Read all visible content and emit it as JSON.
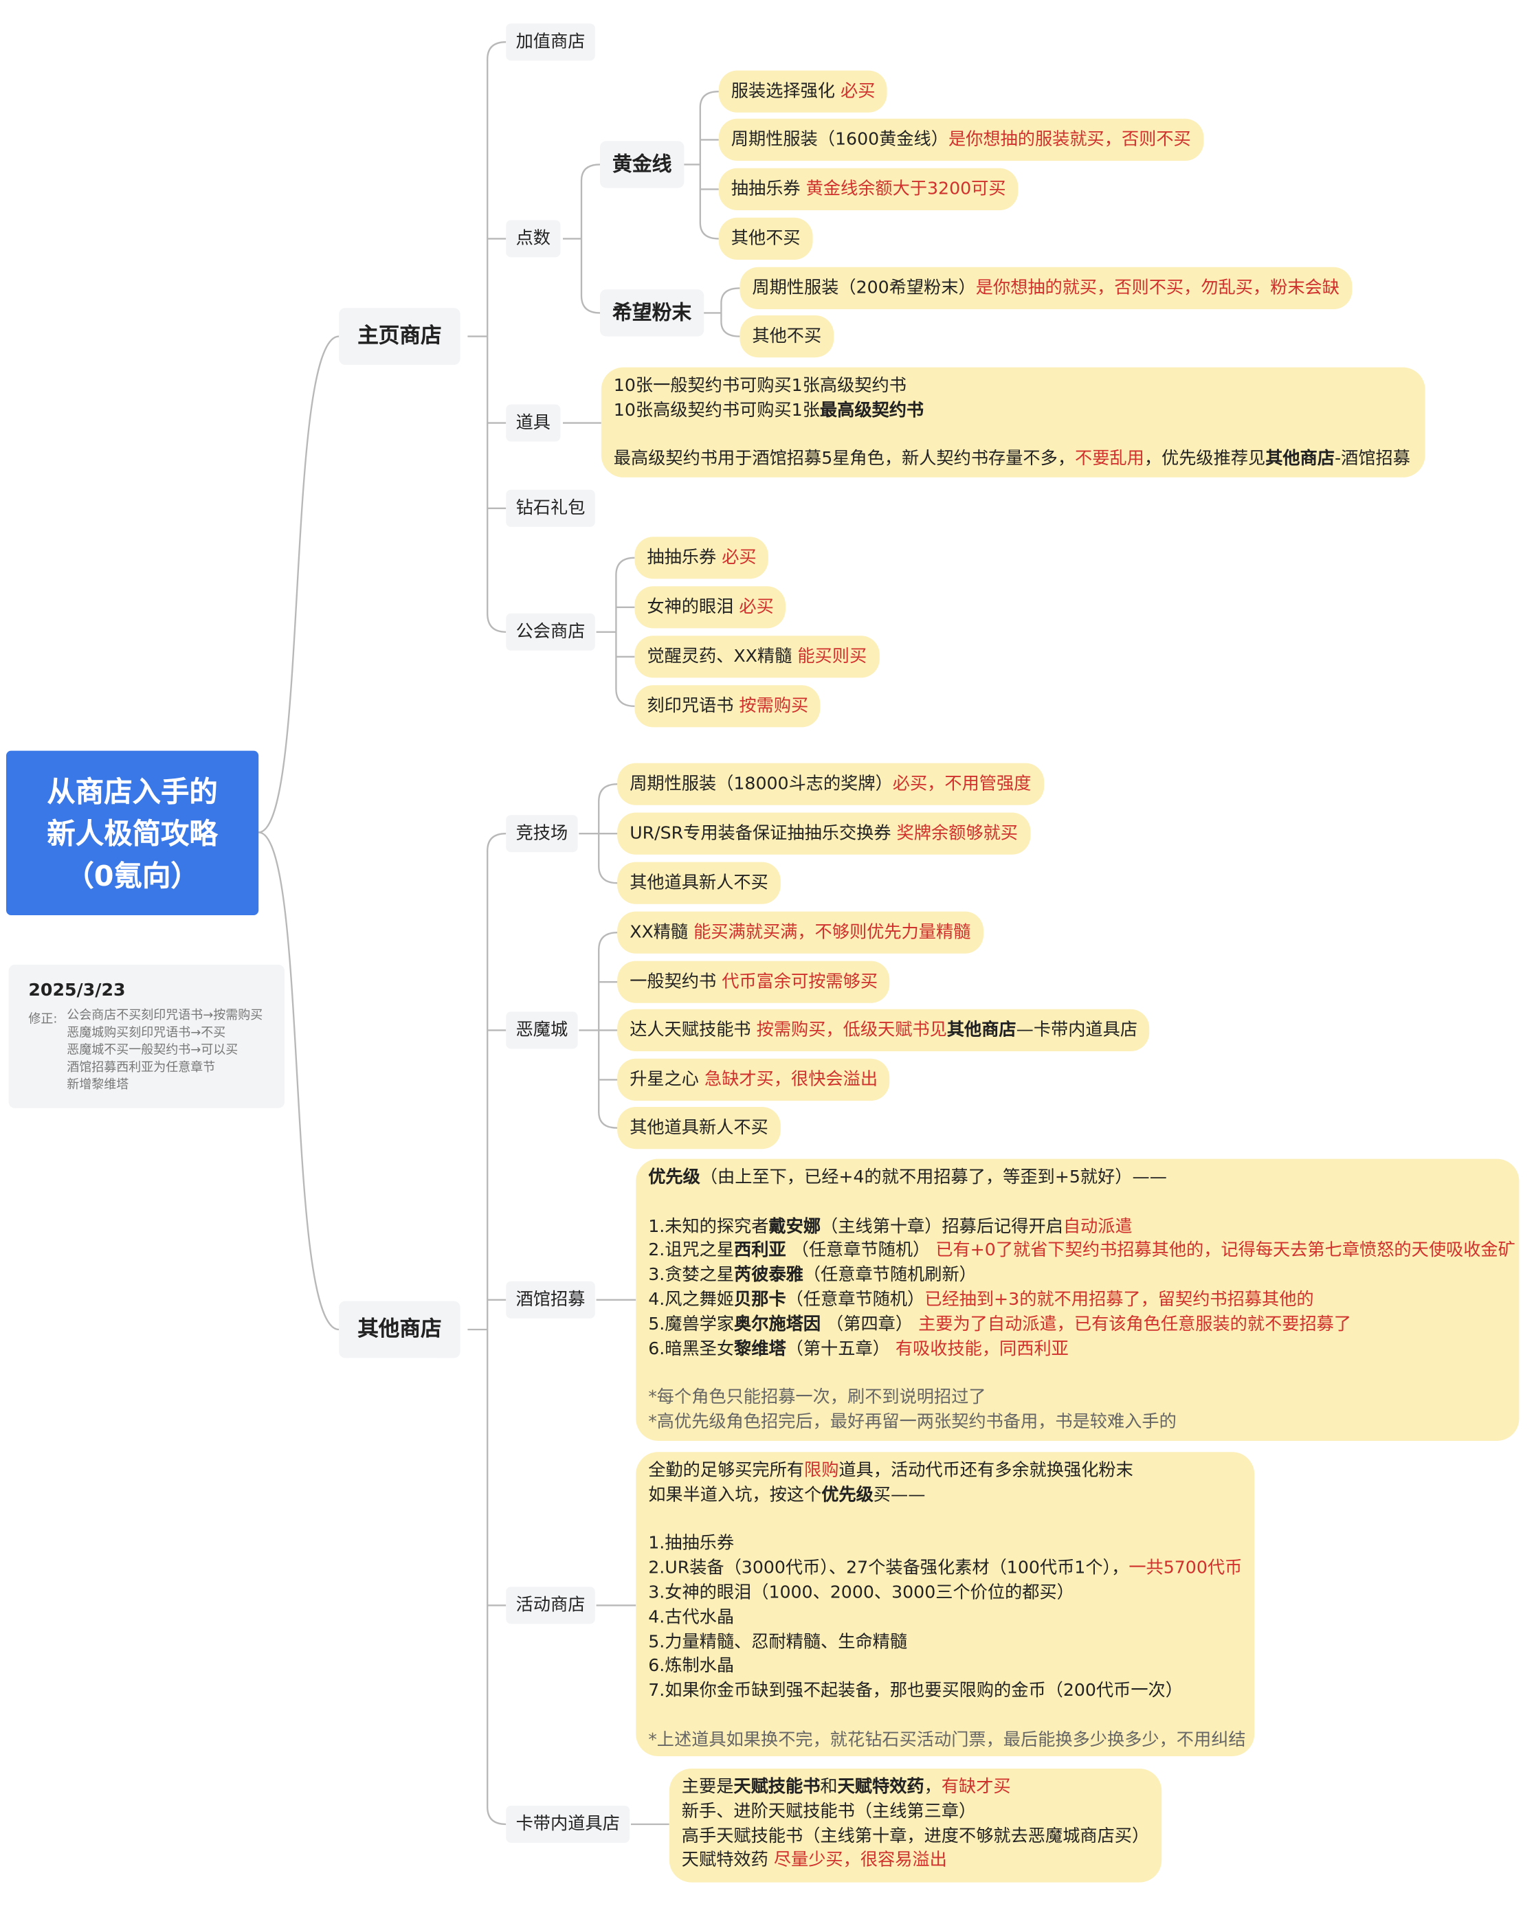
{
  "root": {
    "lines": [
      "从商店入手的",
      "新人极简攻略",
      "（0氪向）"
    ]
  },
  "note": {
    "date": "2025/3/23",
    "label": "修正:",
    "items": [
      "公会商店不买刻印咒语书→按需购买",
      "恶魔城购买刻印咒语书→不买",
      "恶魔城不买一般契约书→可以买",
      "酒馆招募西利亚为任意章节",
      "新增黎维塔"
    ]
  },
  "main_shop": {
    "title": "主页商店",
    "value_shop": "加值商店",
    "points": {
      "label": "点数",
      "gold": {
        "label": "黄金线",
        "items": [
          {
            "text": "服装选择强化 ",
            "hl": "必买"
          },
          {
            "text": "周期性服装（1600黄金线）",
            "hl": "是你想抽的服装就买，否则不买"
          },
          {
            "text": "抽抽乐券 ",
            "hl": "黄金线余额大于3200可买"
          },
          {
            "text": "其他不买"
          }
        ]
      },
      "hope": {
        "label": "希望粉末",
        "items": [
          {
            "text": "周期性服装（200希望粉末）",
            "hl": "是你想抽的就买，否则不买，勿乱买，粉末会缺"
          },
          {
            "text": "其他不买"
          }
        ]
      }
    },
    "items_node": {
      "label": "道具",
      "line1": "10张一般契约书可购买1张高级契约书",
      "line2_a": "10张高级契约书可购买1张",
      "line2_b": "最高级契约书",
      "line3_a": "最高级契约书用于酒馆招募5星角色，新人契约书存量不多，",
      "line3_b": "不要乱用",
      "line3_c": "，优先级推荐见",
      "line3_d": "其他商店",
      "line3_e": "-酒馆招募"
    },
    "diamond": "钻石礼包",
    "guild": {
      "label": "公会商店",
      "items": [
        {
          "text": "抽抽乐券 ",
          "hl": "必买"
        },
        {
          "text": "女神的眼泪 ",
          "hl": "必买"
        },
        {
          "text": "觉醒灵药、XX精髓 ",
          "hl": "能买则买"
        },
        {
          "text": "刻印咒语书 ",
          "hl": "按需购买"
        }
      ]
    }
  },
  "other_shop": {
    "title": "其他商店",
    "arena": {
      "label": "竞技场",
      "items": [
        {
          "text": "周期性服装（18000斗志的奖牌）",
          "hl": "必买，不用管强度"
        },
        {
          "text": "UR/SR专用装备保证抽抽乐交换券 ",
          "hl": "奖牌余额够就买"
        },
        {
          "text": "其他道具新人不买"
        }
      ]
    },
    "demon": {
      "label": "恶魔城",
      "items": [
        {
          "text": "XX精髓 ",
          "hl": "能买满就买满，不够则优先力量精髓"
        },
        {
          "text": "一般契约书 ",
          "hl": "代币富余可按需够买"
        },
        {
          "text": "达人天赋技能书 ",
          "hl": "按需购买，低级天赋书见",
          "bold": "其他商店",
          "tail": "—卡带内道具店"
        },
        {
          "text": "升星之心 ",
          "hl": "急缺才买，很快会溢出"
        },
        {
          "text": "其他道具新人不买"
        }
      ]
    },
    "tavern": {
      "label": "酒馆招募",
      "head_b": "优先级",
      "head_rest": "（由上至下，已经+4的就不用招募了，等歪到+5就好）——",
      "list": [
        {
          "pre": "1.未知的探究者",
          "name": "戴安娜",
          "mid": "（主线第十章）招募后记得开启",
          "hl": "自动派遣"
        },
        {
          "pre": "2.诅咒之星",
          "name": "西利亚",
          "mid": "  （任意章节随机） ",
          "hl": "已有+0了就省下契约书招募其他的，记得每天去第七章愤怒的天使吸收金矿"
        },
        {
          "pre": "3.贪婪之星",
          "name": "芮彼泰雅",
          "mid": "（任意章节随机刷新）",
          "hl": ""
        },
        {
          "pre": "4.风之舞姬",
          "name": "贝那卡",
          "mid": "（任意章节随机）",
          "hl": "已经抽到+3的就不用招募了，留契约书招募其他的"
        },
        {
          "pre": "5.魔兽学家",
          "name": "奥尔施塔因",
          "mid": "  （第四章） ",
          "hl": "主要为了自动派遣，已有该角色任意服装的就不要招募了"
        },
        {
          "pre": "6.暗黑圣女",
          "name": "黎维塔",
          "mid": "（第十五章） ",
          "hl": "有吸收技能，同西利亚"
        }
      ],
      "foot1": "*每个角色只能招募一次，刷不到说明招过了",
      "foot2": "*高优先级角色招完后，最好再留一两张契约书备用，书是较难入手的"
    },
    "event": {
      "label": "活动商店",
      "l1_a": "全勤的足够买完所有",
      "l1_b": "限购",
      "l1_c": "道具，活动代币还有多余就换强化粉末",
      "l2_a": "如果半道入坑，按这个",
      "l2_b": "优先级",
      "l2_c": "买——",
      "i1": "1.抽抽乐券",
      "i2_a": "2.UR装备（3000代币）、27个装备强化素材（100代币1个），",
      "i2_b": "一共5700代币",
      "i3": "3.女神的眼泪（1000、2000、3000三个价位的都买）",
      "i4": "4.古代水晶",
      "i5": "5.力量精髓、忍耐精髓、生命精髓",
      "i6": "6.炼制水晶",
      "i7": "7.如果你金币缺到强不起装备，那也要买限购的金币（200代币一次）",
      "foot": "*上述道具如果换不完，就花钻石买活动门票，最后能换多少换多少，不用纠结"
    },
    "cassette": {
      "label": "卡带内道具店",
      "l1_a": "主要是",
      "l1_b": "天赋技能书",
      "l1_c": "和",
      "l1_d": "天赋特效药",
      "l1_e": "，",
      "l1_f": "有缺才买",
      "l2": "新手、进阶天赋技能书（主线第三章）",
      "l3": "高手天赋技能书（主线第十章，进度不够就去恶魔城商店买）",
      "l4_a": "天赋特效药 ",
      "l4_b": "尽量少买，很容易溢出"
    }
  }
}
